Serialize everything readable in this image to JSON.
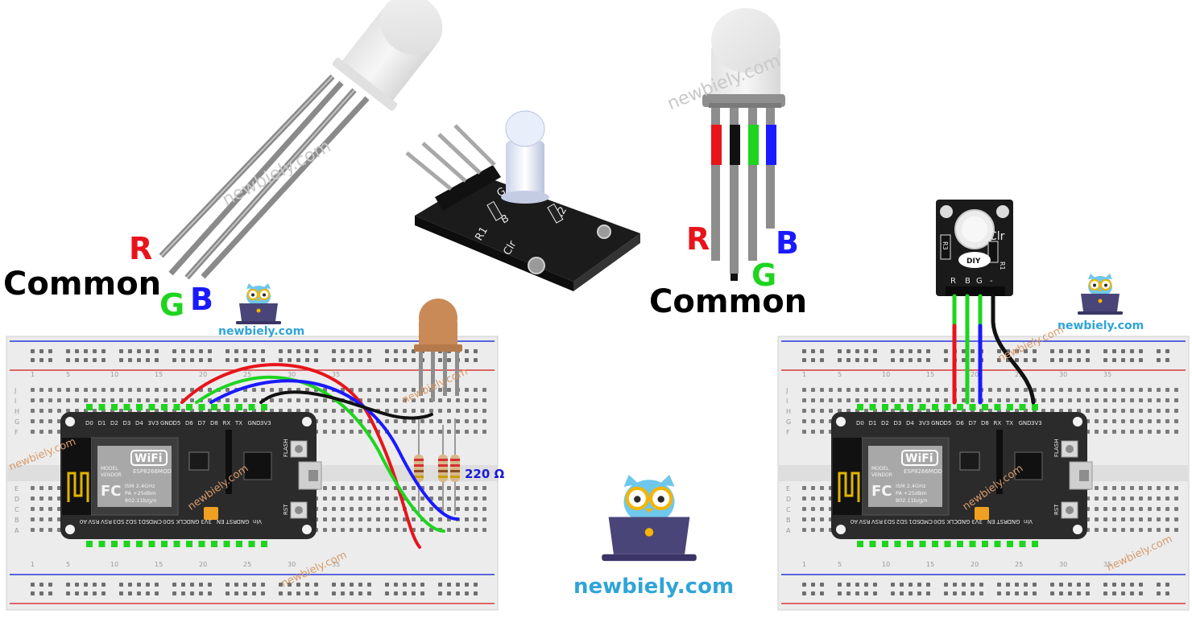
{
  "labels": {
    "r": "R",
    "g": "G",
    "b": "B",
    "common": "Common",
    "clr": "Clr",
    "resistor": "220 Ω"
  },
  "brand": "newbiely.com",
  "module_silk": {
    "pin_minus": "-",
    "pin_b": "B",
    "pin_g": "G",
    "pin_r": "R",
    "r1": "R1",
    "r2": "R2",
    "r3": "R3",
    "logo": "DIY"
  },
  "board": {
    "wifi": "WiFi",
    "module_name": "ESP8266MOD",
    "vendor_line1": "MODEL",
    "vendor_line2": "VENDOR",
    "ism": "ISM 2.4GHz",
    "pa": "PA +25dBm",
    "std": "802.11b/g/n",
    "flash": "FLASH",
    "rst": "RST",
    "top_pins": [
      "D0",
      "D1",
      "D2",
      "D3",
      "D4",
      "3V3",
      "GND",
      "D5",
      "D6",
      "D7",
      "D8",
      "RX",
      "TX",
      "GND",
      "3V3"
    ],
    "bottom_pins": [
      "A0",
      "RSV",
      "RSV",
      "SD3",
      "SD2",
      "SD1",
      "CMD",
      "SD0",
      "CLK",
      "GND",
      "3V3",
      "EN",
      "RST",
      "GND",
      "Vin"
    ]
  },
  "breadboard": {
    "row_letters": [
      "A",
      "B",
      "C",
      "D",
      "E",
      "F",
      "G",
      "H",
      "I",
      "J"
    ],
    "col_numbers": [
      "1",
      "5",
      "10",
      "15",
      "20",
      "25",
      "30",
      "35"
    ]
  },
  "colors": {
    "red": "#e8141b",
    "green": "#1fd41f",
    "blue": "#1a1aff",
    "black": "#111111",
    "brand": "#2fa4d8"
  }
}
